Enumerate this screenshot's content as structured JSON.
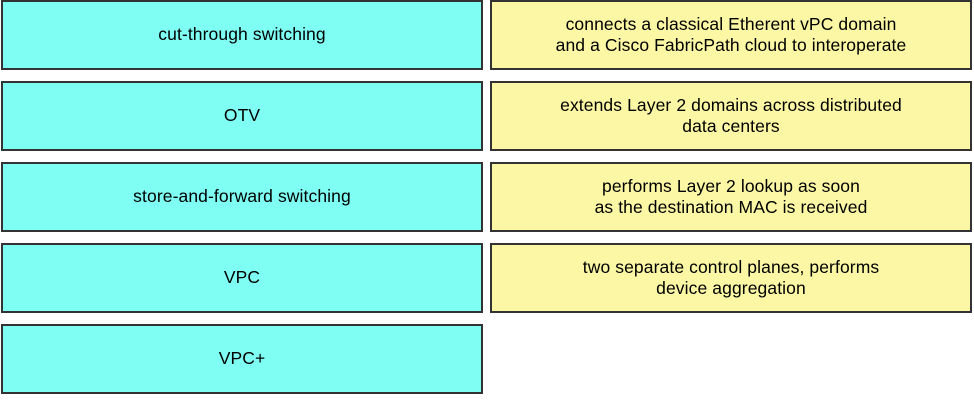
{
  "diagram": {
    "type": "matching-exercise",
    "colors": {
      "term_fill": "#7ffff4",
      "definition_fill": "#fbf7a4",
      "border": "#333333",
      "background": "#ffffff",
      "text": "#000000"
    },
    "terms_column": {
      "items": [
        {
          "label": "cut-through switching"
        },
        {
          "label": "OTV"
        },
        {
          "label": "store-and-forward switching"
        },
        {
          "label": "VPC"
        },
        {
          "label": "VPC+"
        }
      ]
    },
    "definitions_column": {
      "items": [
        {
          "label": "connects a classical Etherent vPC domain\nand a Cisco FabricPath cloud to interoperate"
        },
        {
          "label": "extends Layer 2 domains across distributed\ndata centers"
        },
        {
          "label": "performs Layer 2 lookup as soon\nas the destination MAC is received"
        },
        {
          "label": "two separate control planes, performs\ndevice aggregation"
        }
      ]
    }
  }
}
